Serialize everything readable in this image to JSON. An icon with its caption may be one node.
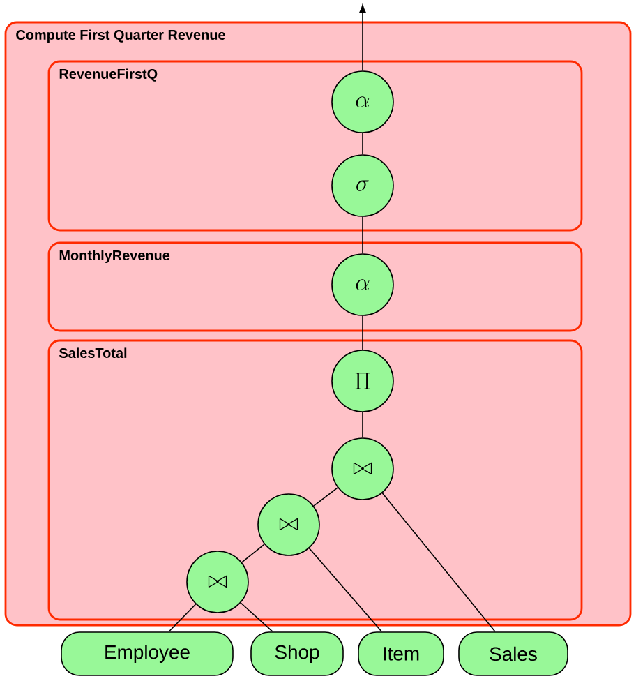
{
  "diagram": {
    "nodes": [
      {
        "text": [
          "Compute First Quarter Revenue"
        ]
      },
      {
        "text": [
          "RevenueFirstQ"
        ],
        "in": 0
      },
      {
        "text": [
          "\\alpha"
        ],
        "in": 1
      },
      {
        "text": [
          "\\sigma"
        ],
        "in": 1
      },
      {
        "text": [
          "MonthlyRevenue"
        ],
        "in": 0
      },
      {
        "text": [
          "\\alpha"
        ],
        "in": 4
      },
      {
        "text": [
          "SalesTotal"
        ],
        "in": 0
      },
      {
        "text": [
          "\\Pi"
        ],
        "in": 6
      },
      {
        "text": [
          "\\bowtie"
        ],
        "in": 6
      },
      {
        "text": [
          "\\bowtie"
        ],
        "in": 6
      },
      {
        "text": [
          "\\bowtie"
        ],
        "in": 6
      },
      {
        "text": [
          "Employee"
        ]
      },
      {
        "text": [
          "Shop"
        ]
      },
      {
        "text": [
          "Item"
        ]
      },
      {
        "text": [
          "Sales"
        ]
      }
    ],
    "edges": [
      {
        "from": 2,
        "to": null,
        "arrow": "to"
      },
      {
        "from": 3,
        "to": 2,
        "arrow": "none"
      },
      {
        "from": 5,
        "to": 3,
        "arrow": "none"
      },
      {
        "from": 7,
        "to": 5,
        "arrow": "none"
      },
      {
        "from": 8,
        "to": 7,
        "arrow": "none"
      },
      {
        "from": 9,
        "to": 8,
        "arrow": "none"
      },
      {
        "from": 14,
        "to": 8,
        "arrow": "none"
      },
      {
        "from": 10,
        "to": 9,
        "arrow": "none"
      },
      {
        "from": 13,
        "to": 9,
        "arrow": "none"
      },
      {
        "from": 11,
        "to": 10,
        "arrow": "none"
      },
      {
        "from": 12,
        "to": 10,
        "arrow": "none"
      }
    ]
  }
}
